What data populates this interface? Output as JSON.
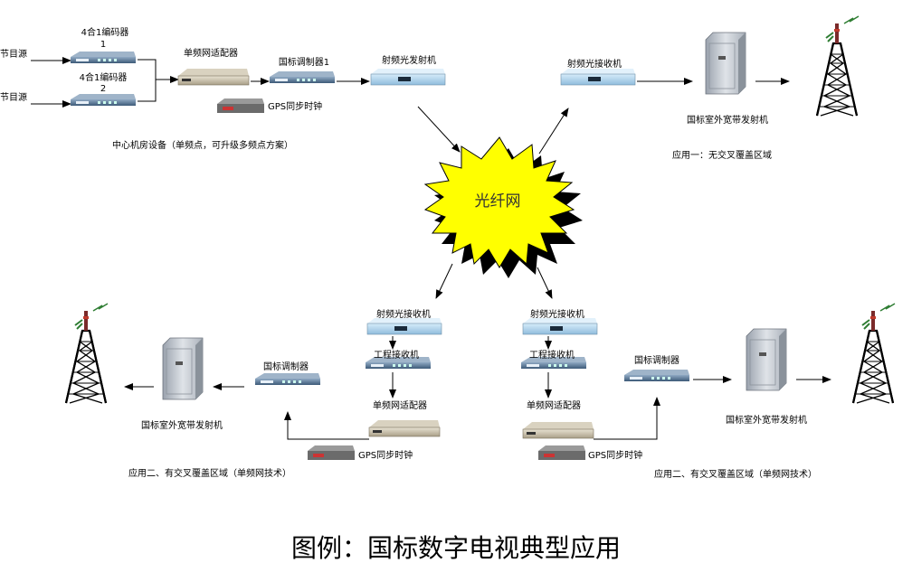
{
  "labels": {
    "source1": "节目源",
    "source2": "节目源",
    "encoder1": "4合1编码器",
    "encoder1_num": "1",
    "encoder2": "4合1编码器",
    "encoder2_num": "2",
    "sfn_adapter_top": "单频网适配器",
    "modulator1": "国标调制器1",
    "gps_top": "GPS同步时钟",
    "rf_tx": "射频光发射机",
    "rf_rx_top": "射频光接收机",
    "transmitter_top": "国标室外宽带发射机",
    "center_note": "中心机房设备（单频点，可升级多频点方案）",
    "app1": "应用一：无交叉覆盖区域",
    "fiber": "光纤网",
    "rf_rx_left": "射频光接收机",
    "eng_rx_left": "工程接收机",
    "sfn_adapter_left": "单频网适配器",
    "gps_left": "GPS同步时钟",
    "modulator_left": "国标调制器",
    "transmitter_left": "国标室外宽带发射机",
    "app2_left": "应用二、有交叉覆盖区域（单频网技术）",
    "rf_rx_right": "射频光接收机",
    "eng_rx_right": "工程接收机",
    "sfn_adapter_right": "单频网适配器",
    "gps_right": "GPS同步时钟",
    "modulator_right": "国标调制器",
    "transmitter_right": "国标室外宽带发射机",
    "app2_right": "应用二、有交叉覆盖区域（单频网技术）"
  },
  "caption": "图例：国标数字电视典型应用",
  "colors": {
    "starburst": "#ffff00",
    "shadow": "#000000",
    "rack_blue": "#9ec4e0",
    "cabinet": "#c6ccd4"
  }
}
